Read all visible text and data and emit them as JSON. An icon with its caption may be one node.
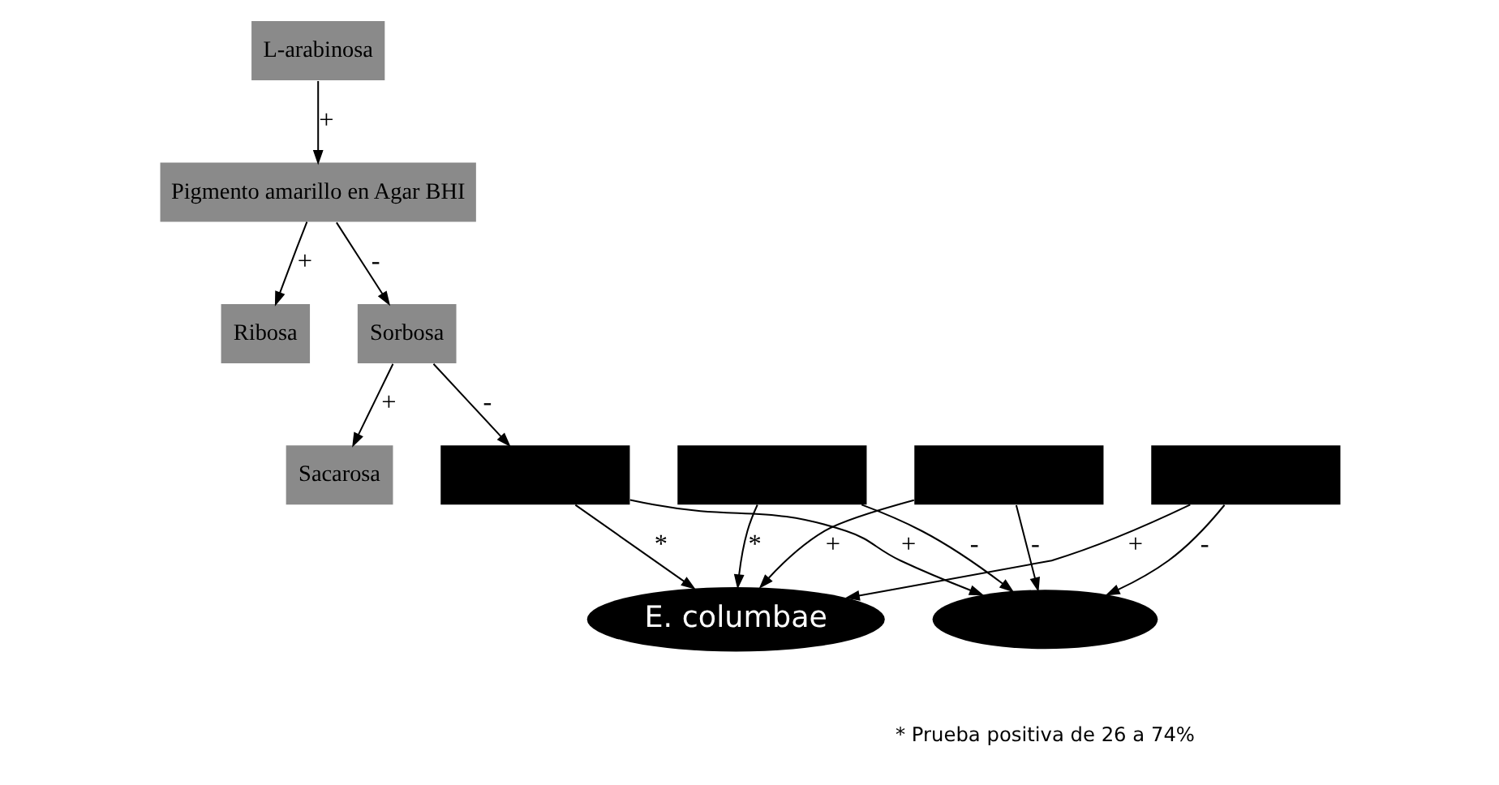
{
  "diagram": {
    "nodes": [
      {
        "text": [
          "L-arabinosa"
        ]
      },
      {
        "text": [
          "Pigmento amarillo en Agar BHI"
        ]
      },
      {
        "text": [
          "Ribosa"
        ]
      },
      {
        "text": [
          "Sorbosa"
        ]
      },
      {
        "text": [
          "Sacarosa"
        ]
      },
      {
        "text": [],
        "shape": "box"
      },
      {
        "text": [],
        "shape": "box"
      },
      {
        "text": [],
        "shape": "box"
      },
      {
        "text": [],
        "shape": "box"
      },
      {
        "text": [
          "E. columbae"
        ]
      },
      {
        "text": [],
        "shape": "ellipse"
      }
    ],
    "edges": [
      {
        "from": 0,
        "to": 1,
        "arrow": "to",
        "label": "+"
      },
      {
        "from": 1,
        "to": 2,
        "arrow": "to",
        "label": "+"
      },
      {
        "from": 1,
        "to": 3,
        "arrow": "to",
        "label": "-"
      },
      {
        "from": 3,
        "to": 4,
        "arrow": "to",
        "label": "+"
      },
      {
        "from": 3,
        "to": 5,
        "arrow": "to",
        "label": "-"
      },
      {
        "from": 5,
        "to": 9,
        "arrow": "to",
        "label": "*"
      },
      {
        "from": 6,
        "to": 9,
        "arrow": "to",
        "label": "*"
      },
      {
        "from": 7,
        "to": 9,
        "arrow": "to",
        "label": "+"
      },
      {
        "from": 8,
        "to": 9,
        "arrow": "to",
        "label": "+"
      },
      {
        "from": 5,
        "to": 10,
        "arrow": "to",
        "label": "+"
      },
      {
        "from": 6,
        "to": 10,
        "arrow": "to",
        "label": "-"
      },
      {
        "from": 7,
        "to": 10,
        "arrow": "to",
        "label": "-"
      },
      {
        "from": 8,
        "to": 10,
        "arrow": "to",
        "label": "-"
      }
    ],
    "labels": [
      "* Prueba positiva de 26 a 74%"
    ]
  }
}
